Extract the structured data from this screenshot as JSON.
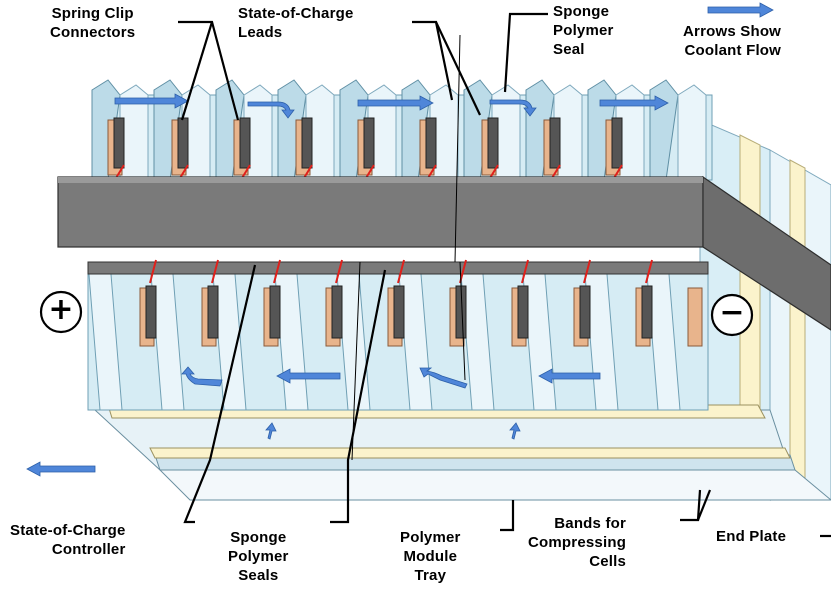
{
  "labels": {
    "spring_clip": [
      "Spring Clip",
      "Connectors"
    ],
    "soc_leads": [
      "State-of-Charge",
      "Leads"
    ],
    "sponge_seal_top": [
      "Sponge",
      "Polymer",
      "Seal"
    ],
    "arrows_note": [
      "Arrows Show",
      "Coolant Flow"
    ],
    "soc_controller": [
      "State-of-Charge",
      "Controller"
    ],
    "sponge_seals_bottom": [
      "Sponge",
      "Polymer",
      "Seals"
    ],
    "module_tray": [
      "Polymer",
      "Module",
      "Tray"
    ],
    "bands": [
      "Bands for",
      "Compressing",
      "Cells"
    ],
    "end_plate": "End Plate"
  },
  "terminals": {
    "positive": "+",
    "negative": "−"
  },
  "colors": {
    "fins": "#d6ecf4",
    "fins_dark": "#a9cfe0",
    "bar": "#7a7a7a",
    "bar_top": "#9a9a9a",
    "cell_core": "#555555",
    "copper": "#e8b48c",
    "coolant_arrow": "#4f86d9",
    "lead_red": "#e0201b",
    "band_cream": "#fbf3cc"
  }
}
